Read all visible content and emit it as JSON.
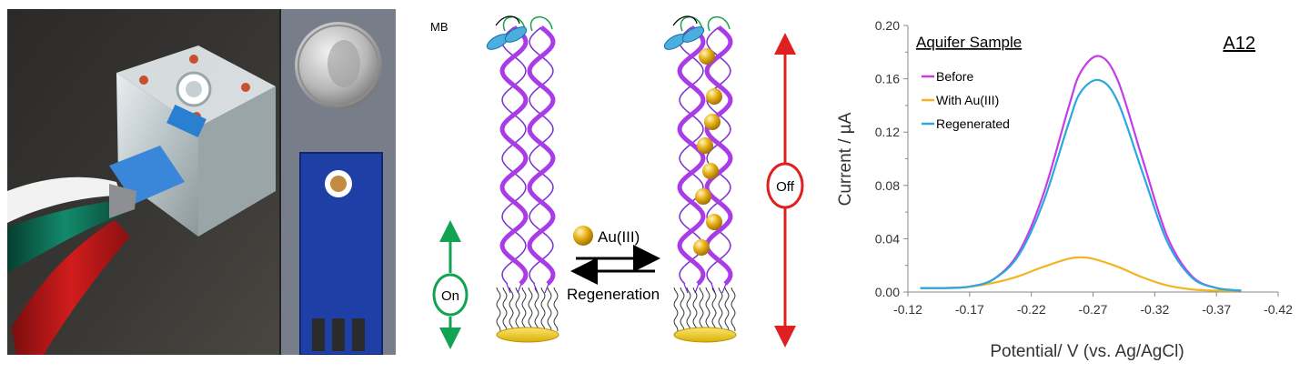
{
  "scheme": {
    "mb_label": "MB",
    "on_label": "On",
    "off_label": "Off",
    "forward_label": "Au(III)",
    "reverse_label": "Regeneration"
  },
  "colors": {
    "before": "#c63ce8",
    "with_au": "#f2b422",
    "regenerated": "#29a8df",
    "dna_strand": "#a93ce6",
    "dna_thin": "#7a2fd2",
    "on_ring": "#12a352",
    "off_ring": "#e02020",
    "gold_electrode": "#f2cf2a"
  },
  "icons": [
    "gold-nanoparticle-icon",
    "methylene-blue-icon",
    "reversible-arrows-icon"
  ],
  "chart_data": {
    "type": "line",
    "title": "Aquifer Sample",
    "panel_label": "A12",
    "xlabel": "Potential/ V (vs. Ag/AgCl)",
    "ylabel": "Current / µA",
    "xlim": [
      -0.12,
      -0.42
    ],
    "ylim": [
      0,
      0.2
    ],
    "x_reversed": true,
    "xticks": [
      -0.12,
      -0.17,
      -0.22,
      -0.27,
      -0.32,
      -0.37,
      -0.42
    ],
    "xtick_labels": [
      "-0.12",
      "-0.17",
      "-0.22",
      "-0.27",
      "-0.32",
      "-0.37",
      "-0.42"
    ],
    "yticks": [
      0,
      0.04,
      0.08,
      0.12,
      0.16,
      0.2
    ],
    "ytick_labels": [
      "0.00",
      "0.04",
      "0.08",
      "0.12",
      "0.16",
      "0.20"
    ],
    "grid": false,
    "legend_position": "top-left",
    "series": [
      {
        "name": "Before",
        "color": "#c63ce8",
        "x": [
          -0.13,
          -0.15,
          -0.17,
          -0.19,
          -0.21,
          -0.23,
          -0.25,
          -0.26,
          -0.275,
          -0.29,
          -0.31,
          -0.33,
          -0.35,
          -0.37,
          -0.39
        ],
        "y": [
          0.003,
          0.003,
          0.004,
          0.01,
          0.03,
          0.074,
          0.138,
          0.165,
          0.177,
          0.159,
          0.1,
          0.042,
          0.012,
          0.003,
          0.001
        ]
      },
      {
        "name": "With Au(III)",
        "color": "#f2b422",
        "x": [
          -0.13,
          -0.15,
          -0.17,
          -0.19,
          -0.21,
          -0.23,
          -0.25,
          -0.26,
          -0.27,
          -0.29,
          -0.31,
          -0.33,
          -0.35,
          -0.37,
          -0.39
        ],
        "y": [
          0.003,
          0.003,
          0.004,
          0.007,
          0.012,
          0.019,
          0.025,
          0.026,
          0.025,
          0.019,
          0.011,
          0.005,
          0.002,
          0.001,
          0.001
        ]
      },
      {
        "name": "Regenerated",
        "color": "#29a8df",
        "x": [
          -0.13,
          -0.15,
          -0.17,
          -0.19,
          -0.21,
          -0.23,
          -0.25,
          -0.26,
          -0.275,
          -0.29,
          -0.31,
          -0.33,
          -0.35,
          -0.37,
          -0.39
        ],
        "y": [
          0.003,
          0.003,
          0.004,
          0.01,
          0.028,
          0.068,
          0.126,
          0.15,
          0.159,
          0.143,
          0.09,
          0.038,
          0.011,
          0.003,
          0.001
        ]
      }
    ]
  }
}
